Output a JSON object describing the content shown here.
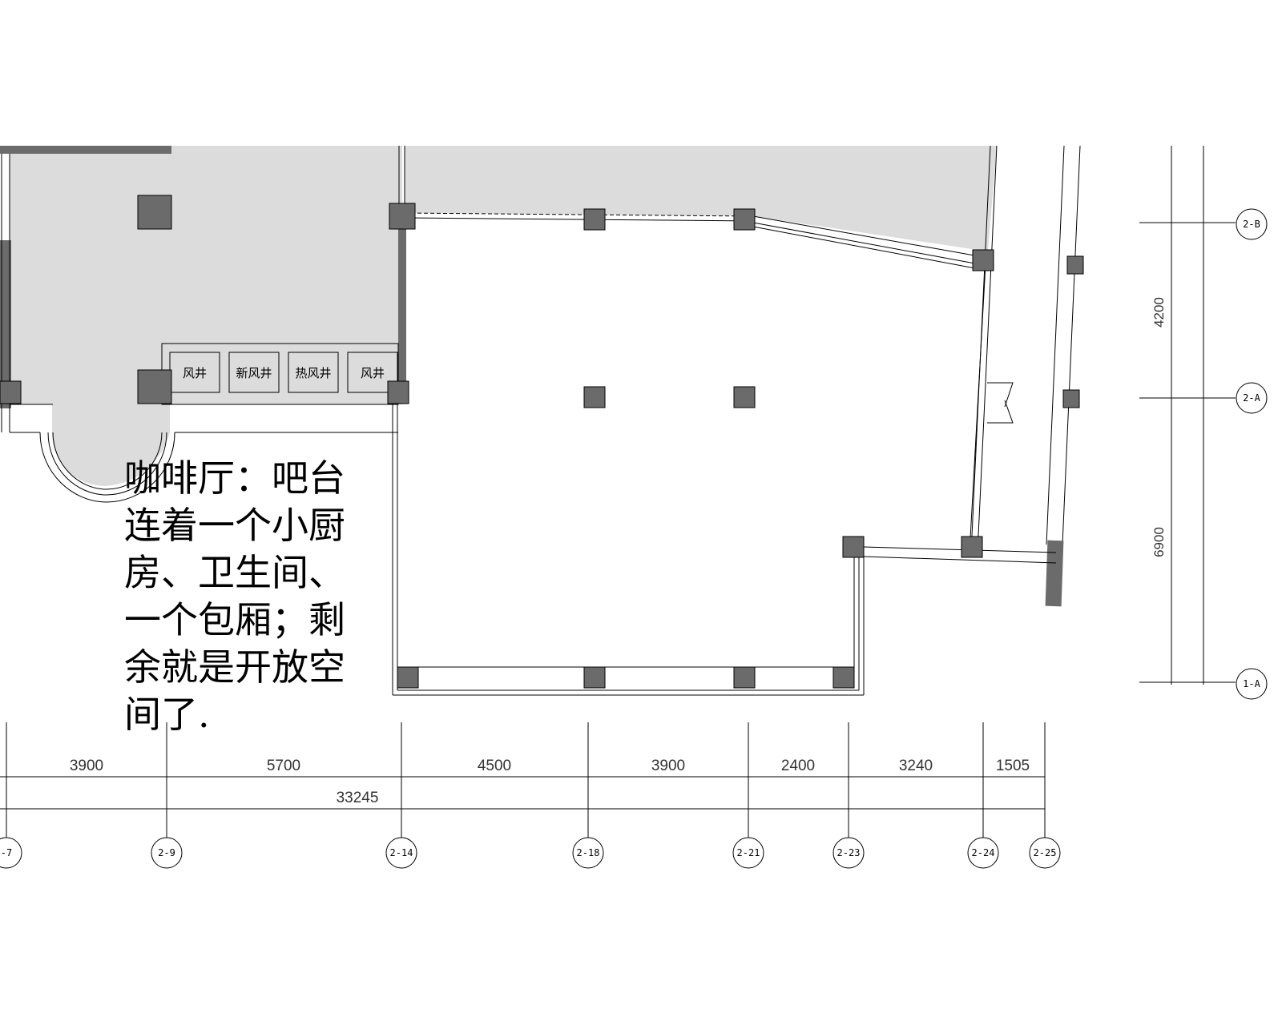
{
  "shafts": [
    "风井",
    "新风井",
    "热风井",
    "风井"
  ],
  "note": "咖啡厅：吧台连着一个小厨房、卫生间、一个包厢；剩余就是开放空间了.",
  "dimensions_bottom": [
    "3900",
    "5700",
    "4500",
    "3900",
    "2400",
    "3240",
    "1505"
  ],
  "dimension_total": "33245",
  "dimensions_right": [
    "4200",
    "6900"
  ],
  "axis_bottom": [
    "-7",
    "2-9",
    "2-14",
    "2-18",
    "2-21",
    "2-23",
    "2-24",
    "2-25"
  ],
  "axis_right": [
    "2-B",
    "2-A",
    "1-A"
  ],
  "colors": {
    "shade": "#dcdcdc",
    "column": "#6b6b6b",
    "line": "#000000"
  }
}
